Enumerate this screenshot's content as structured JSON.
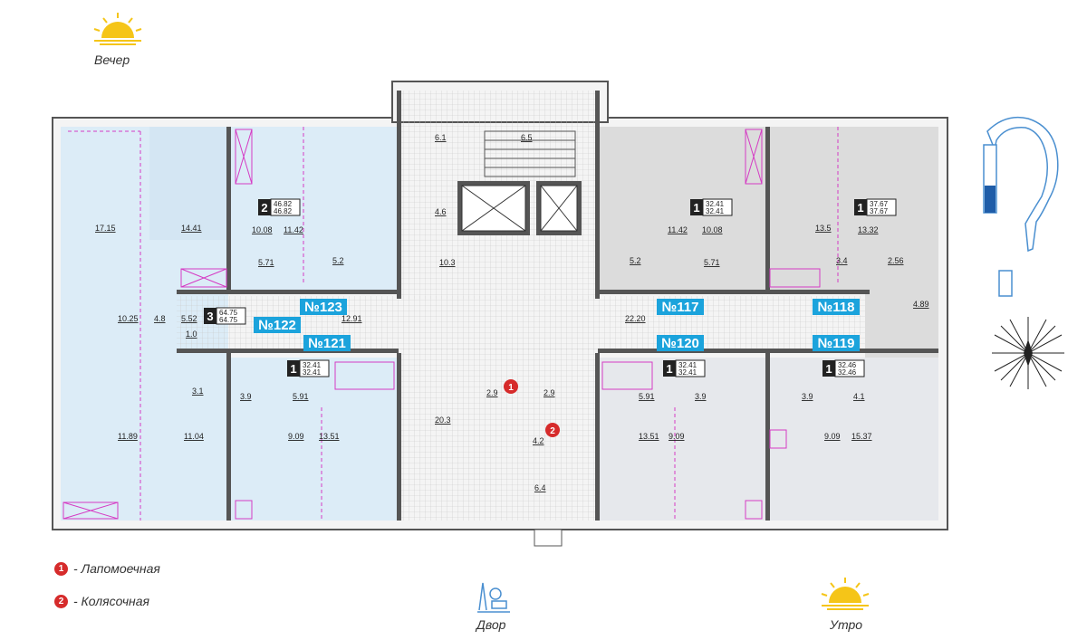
{
  "orientation": {
    "evening": "Вечер",
    "morning": "Утро",
    "yard": "Двор"
  },
  "legend": [
    {
      "num": "1",
      "label": "- Лапомоечная"
    },
    {
      "num": "2",
      "label": "- Колясочная"
    }
  ],
  "colors": {
    "blue_flat": "#dcecf7",
    "grey_flat": "#dcdcdc",
    "light_grey_flat": "#e6e8ec",
    "badge": "#1ba3dc",
    "marker": "#d62b2b",
    "pink": "#d53bc4"
  },
  "apartments": [
    {
      "number": "№123",
      "rooms": "2",
      "area": "46.82",
      "area2": "46.82"
    },
    {
      "number": "№122",
      "rooms": "3",
      "area": "64.75",
      "area2": "64.75"
    },
    {
      "number": "№121",
      "rooms": "1",
      "area": "32.41",
      "area2": "32.41"
    },
    {
      "number": "№117",
      "rooms": "1",
      "area": "32.41",
      "area2": "32.41"
    },
    {
      "number": "№118",
      "rooms": "1",
      "area": "37.67",
      "area2": "37.67"
    },
    {
      "number": "№120",
      "rooms": "1",
      "area": "32.41",
      "area2": "32.41"
    },
    {
      "number": "№119",
      "rooms": "1",
      "area": "32.46",
      "area2": "32.46"
    }
  ],
  "room_areas": {
    "r1": "17.15",
    "r2": "14.41",
    "r3": "10.08",
    "r4": "11.42",
    "r5": "5.71",
    "r6": "5.2",
    "r7": "6.1",
    "r8": "6.5",
    "r9": "4.6",
    "r10": "10.3",
    "r11": "11.42",
    "r12": "10.08",
    "r13": "5.2",
    "r14": "5.71",
    "r15": "13.5",
    "r16": "13.32",
    "r17": "3.4",
    "r18": "2.56",
    "r19": "10.25",
    "r20": "4.8",
    "r21": "5.52",
    "r22": "1.0",
    "r23": "12.91",
    "r24": "22.20",
    "r25": "4.89",
    "r26": "3.1",
    "r27": "3.9",
    "r28": "5.91",
    "r29": "11.89",
    "r30": "11.04",
    "r31": "9.09",
    "r32": "13.51",
    "r33": "20.3",
    "r34": "2.9",
    "r35": "2.9",
    "r36": "4.2",
    "r37": "6.4",
    "r38": "5.91",
    "r39": "3.9",
    "r40": "13.51",
    "r41": "9.09",
    "r42": "3.9",
    "r43": "4.1",
    "r44": "9.09",
    "r45": "15.37"
  },
  "markers": {
    "m1": "1",
    "m2": "2"
  }
}
